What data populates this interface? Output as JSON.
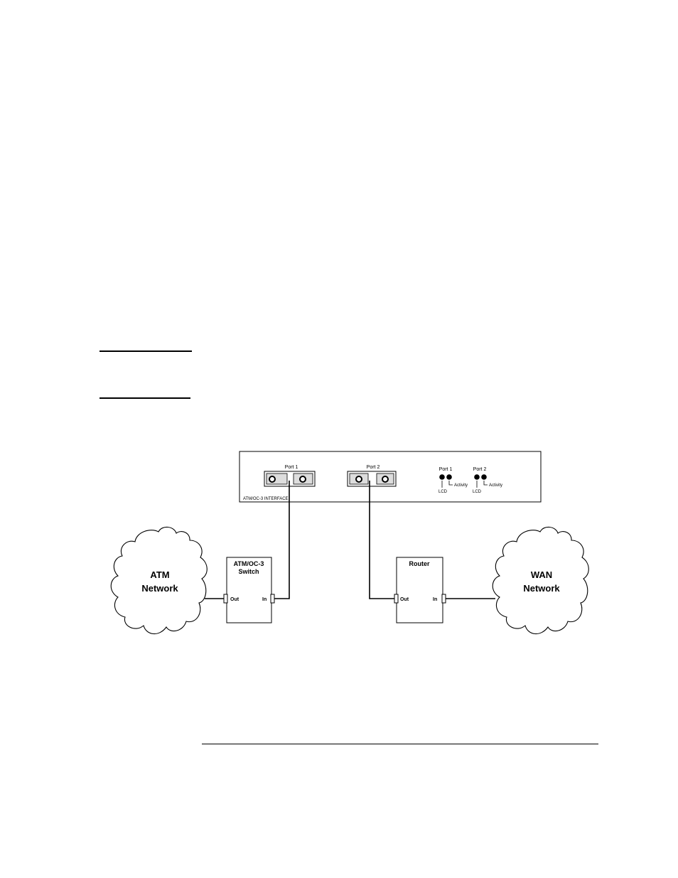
{
  "interface_panel": {
    "label": "ATM/OC-3 INTERFACE",
    "port1_label": "Port 1",
    "port2_label": "Port 2",
    "led_group1_label": "Port 1",
    "led_group2_label": "Port 2",
    "led_lcd_label": "LCD",
    "led_activity_label": "Activity"
  },
  "atm_network": {
    "line1": "ATM",
    "line2": "Network"
  },
  "wan_network": {
    "line1": "WAN",
    "line2": "Network"
  },
  "switch": {
    "line1": "ATM/OC-3",
    "line2": "Switch",
    "out_label": "Out",
    "in_label": "In"
  },
  "router": {
    "title": "Router",
    "out_label": "Out",
    "in_label": "In"
  }
}
